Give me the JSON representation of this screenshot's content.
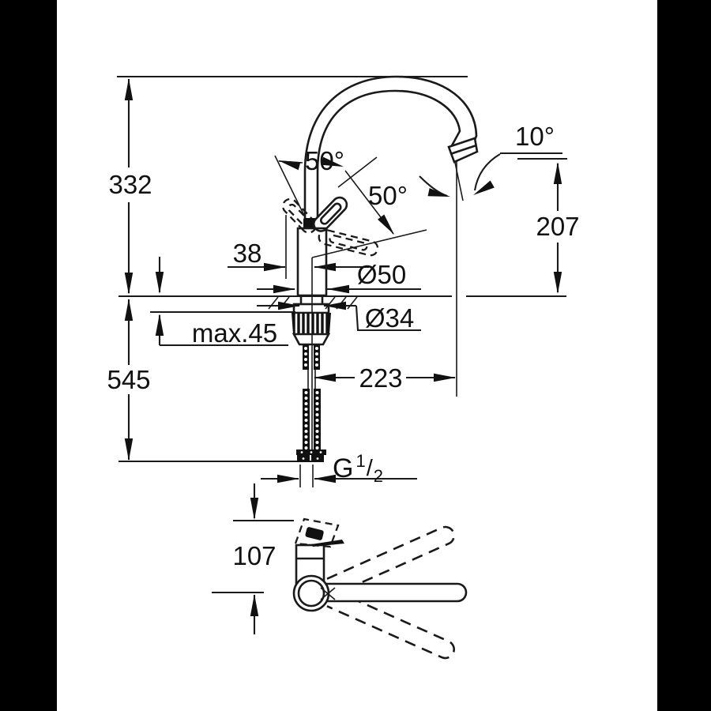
{
  "colors": {
    "background": "#ffffff",
    "line": "#111111",
    "side_bars": "#000000"
  },
  "dims": {
    "height_total": "332",
    "below_counter": "545",
    "handle_to_axis": "38",
    "counter_thickness": "max.45",
    "spout_reach": "223",
    "base_front": "107",
    "outlet_height": "207",
    "body_diameter": "Ø50",
    "hole_diameter": "Ø34",
    "handle_open_angle": "50°",
    "handle_swing_angle": "50°",
    "spout_end_angle": "10°",
    "thread_prefix": "G",
    "thread_numerator": "1",
    "thread_slash": "/",
    "thread_denominator": "2"
  }
}
